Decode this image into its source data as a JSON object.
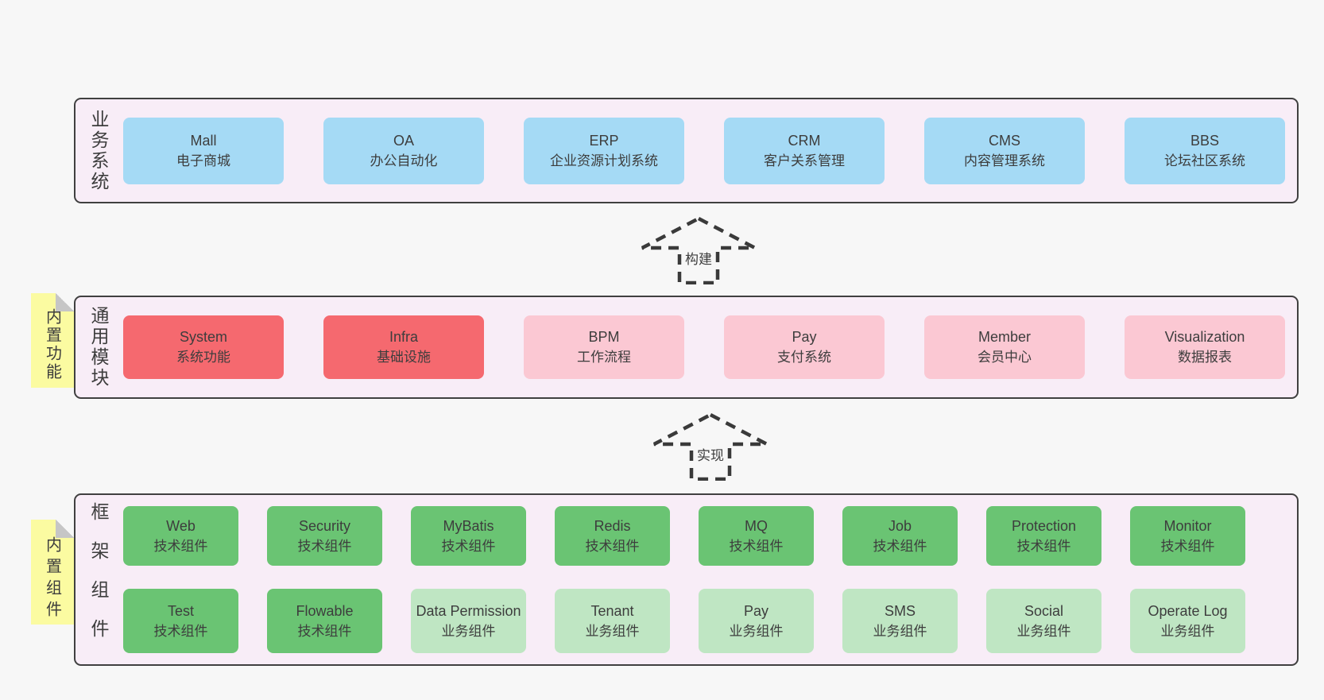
{
  "colors": {
    "background": "#f7f7f7",
    "panel_fill": "#f8edf7",
    "panel_border": "#404040",
    "text": "#3d3d3d",
    "business_box_blue": "#a5daf5",
    "module_box_red": "#f5696f",
    "module_box_pink": "#fbc8d3",
    "component_box_green": "#6ac473",
    "component_box_light_green": "#bfe6c3",
    "sticky_yellow": "#fbfba1",
    "sticky_fold_gray": "#c6c6c6"
  },
  "sections": {
    "business": {
      "label": "业务系统",
      "boxes": [
        {
          "en": "Mall",
          "cn": "电子商城"
        },
        {
          "en": "OA",
          "cn": "办公自动化"
        },
        {
          "en": "ERP",
          "cn": "企业资源计划系统"
        },
        {
          "en": "CRM",
          "cn": "客户关系管理"
        },
        {
          "en": "CMS",
          "cn": "内容管理系统"
        },
        {
          "en": "BBS",
          "cn": "论坛社区系统"
        }
      ]
    },
    "modules": {
      "label": "通用模块",
      "sticky": "内置功能",
      "boxes": [
        {
          "en": "System",
          "cn": "系统功能",
          "variant": "red"
        },
        {
          "en": "Infra",
          "cn": "基础设施",
          "variant": "red"
        },
        {
          "en": "BPM",
          "cn": "工作流程",
          "variant": "pink"
        },
        {
          "en": "Pay",
          "cn": "支付系统",
          "variant": "pink"
        },
        {
          "en": "Member",
          "cn": "会员中心",
          "variant": "pink"
        },
        {
          "en": "Visualization",
          "cn": "数据报表",
          "variant": "pink"
        }
      ]
    },
    "components": {
      "label": "框架组件",
      "sticky": "内置组件",
      "rows": [
        [
          {
            "en": "Web",
            "cn": "技术组件",
            "variant": "green"
          },
          {
            "en": "Security",
            "cn": "技术组件",
            "variant": "green"
          },
          {
            "en": "MyBatis",
            "cn": "技术组件",
            "variant": "green"
          },
          {
            "en": "Redis",
            "cn": "技术组件",
            "variant": "green"
          },
          {
            "en": "MQ",
            "cn": "技术组件",
            "variant": "green"
          },
          {
            "en": "Job",
            "cn": "技术组件",
            "variant": "green"
          },
          {
            "en": "Protection",
            "cn": "技术组件",
            "variant": "green"
          },
          {
            "en": "Monitor",
            "cn": "技术组件",
            "variant": "green"
          }
        ],
        [
          {
            "en": "Test",
            "cn": "技术组件",
            "variant": "green"
          },
          {
            "en": "Flowable",
            "cn": "技术组件",
            "variant": "green"
          },
          {
            "en": "Data Permission",
            "cn": "业务组件",
            "variant": "light_green"
          },
          {
            "en": "Tenant",
            "cn": "业务组件",
            "variant": "light_green"
          },
          {
            "en": "Pay",
            "cn": "业务组件",
            "variant": "light_green"
          },
          {
            "en": "SMS",
            "cn": "业务组件",
            "variant": "light_green"
          },
          {
            "en": "Social",
            "cn": "业务组件",
            "variant": "light_green"
          },
          {
            "en": "Operate Log",
            "cn": "业务组件",
            "variant": "light_green"
          }
        ]
      ]
    }
  },
  "arrows": [
    {
      "label": "构建"
    },
    {
      "label": "实现"
    }
  ]
}
